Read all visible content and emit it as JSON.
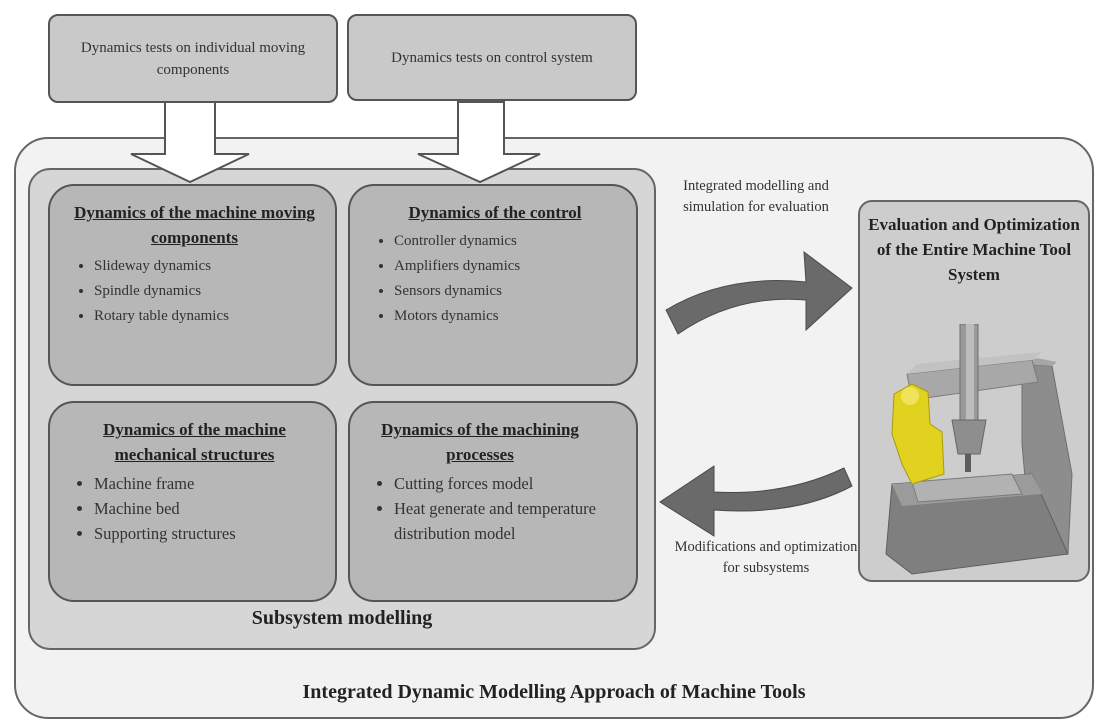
{
  "top_inputs": [
    {
      "label": "Dynamics tests on individual moving components"
    },
    {
      "label": "Dynamics tests on control system"
    }
  ],
  "subsystems": [
    {
      "title": "Dynamics of the machine moving components",
      "items": [
        "Slideway dynamics",
        "Spindle dynamics",
        "Rotary table dynamics"
      ]
    },
    {
      "title": "Dynamics of the control",
      "items": [
        "Controller dynamics",
        "Amplifiers dynamics",
        "Sensors dynamics",
        "Motors dynamics"
      ]
    },
    {
      "title": "Dynamics of the machine mechanical structures",
      "items": [
        "Machine frame",
        "Machine bed",
        "Supporting structures"
      ]
    },
    {
      "title": "Dynamics of the machining processes",
      "items": [
        "Cutting forces model",
        "Heat generate and temperature distribution model"
      ]
    }
  ],
  "subsystem_caption": "Subsystem modelling",
  "upper_arrow_label": "Integrated modelling and simulation for evaluation",
  "lower_arrow_label": "Modifications and optimization for subsystems",
  "evaluation_title": "Evaluation and Optimization of the Entire Machine Tool System",
  "overall_caption": "Integrated Dynamic Modelling Approach of Machine Tools",
  "colors": {
    "box_fill": "#c9c9c9",
    "card_fill": "#b7b7b7",
    "arrow_fill": "#6a6a6a",
    "accent_yellow": "#e0d21e"
  }
}
